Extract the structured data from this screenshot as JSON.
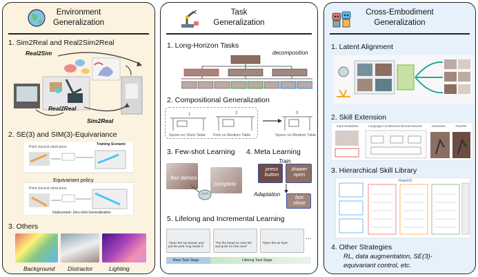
{
  "env": {
    "title_line1": "Environment",
    "title_line2": "Generalization",
    "sec1": "1. Sim2Real and Real2Sim2Real",
    "real2sim": "Real2Sim",
    "real2real": "Real2Real",
    "sim2real": "Sim2Real",
    "sec2": "2. SE(3) and SIM(3)-Equivariance",
    "training_scenario": "Training Scenario",
    "equivariant_policy": "Equivariant policy",
    "deployment": "Deployment: Zero-shot Generalization",
    "point_cloud_label": "Point cloud & robot pose",
    "sec3": "3. Others",
    "others": [
      "Background",
      "Distractor",
      "Lighting"
    ]
  },
  "task": {
    "title_line1": "Task",
    "title_line2": "Generalization",
    "sec1": "1. Long-Horizon Tasks",
    "decomposition": "decomposition",
    "sec2": "2. Compositional Generalization",
    "comp_labels": [
      "Spoon on Short Table",
      "Fork on Medium Table",
      "Spoon on Medium Table"
    ],
    "sec3": "3. Few-shot Learning",
    "sec4": "4. Meta Learning",
    "few_demos": "few demos",
    "complete": "complete",
    "train": "Train",
    "press_button": "press button",
    "drawer_open": "drawer open",
    "adaptation": "Adaptation",
    "box_close": "box close",
    "sec5": "5. Lifelong and Incremental Learning",
    "lifelong_captions": [
      "\"Open the top drawer and put the pink mug inside it\"",
      "\"Put the bread on oven tile and push it in the oven\"",
      "\"Open the air fryer\""
    ],
    "ellipsis": "...",
    "base_stage": "Base Task Stage",
    "lifelong_stage": "Lifelong Task Stage"
  },
  "cross": {
    "title_line1": "Cross-Embodiment",
    "title_line2": "Generalization",
    "sec1": "1. Latent Alignment",
    "sec2": "2. Skill Extension",
    "skill_tiny": [
      "Input Modalities",
      "Language-Conditioned Neural Network",
      "Extraction",
      "Transfer"
    ],
    "sec3": "3. Hierarchical Skill Library",
    "skill_lib_title": "RoboOS",
    "sec4": "4. Other Strategies",
    "other_text_line1": "RL, data augmentation, SE(3)-",
    "other_text_line2": "equivariant control, etc."
  }
}
